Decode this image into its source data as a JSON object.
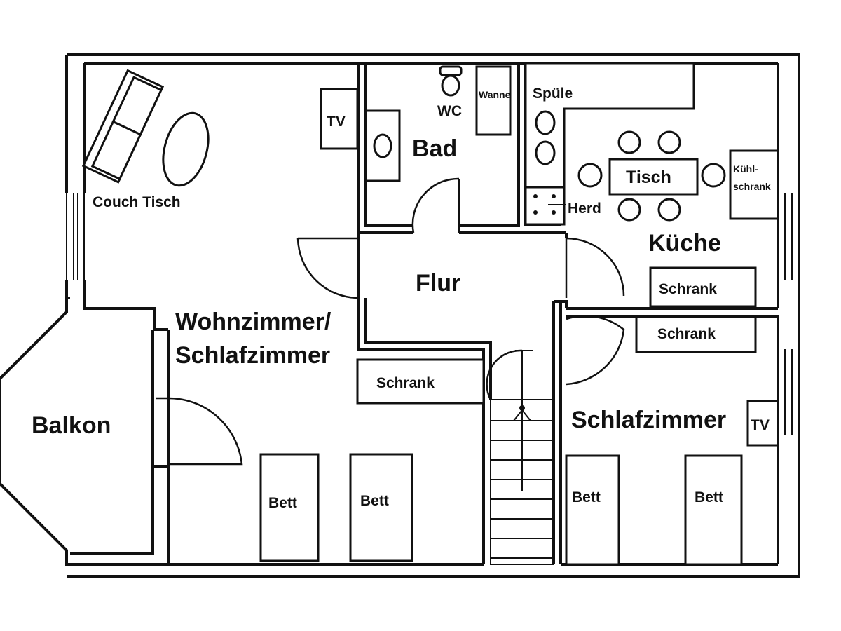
{
  "labels": {
    "couch_tisch": "Couch Tisch",
    "tv_wohn": "TV",
    "wc": "WC",
    "wanne": "Wanne",
    "bad": "Bad",
    "spuele": "Spüle",
    "tisch": "Tisch",
    "kuehl_1": "Kühl-",
    "kuehl_2": "schrank",
    "herd": "Herd",
    "kueche": "Küche",
    "flur": "Flur",
    "schrank_kueche": "Schrank",
    "schrank_schlaf": "Schrank",
    "schrank_wohn": "Schrank",
    "wohn_1": "Wohnzimmer/",
    "wohn_2": "Schlafzimmer",
    "balkon": "Balkon",
    "schlafzimmer": "Schlafzimmer",
    "tv_schlaf": "TV",
    "bett_1": "Bett",
    "bett_2": "Bett",
    "bett_3": "Bett",
    "bett_4": "Bett"
  }
}
